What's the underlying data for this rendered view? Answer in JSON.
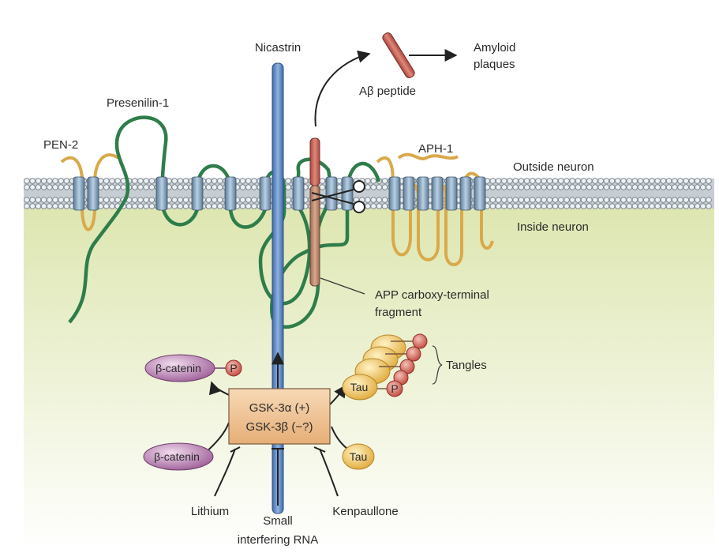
{
  "labels": {
    "nicastrin": "Nicastrin",
    "presenilin": "Presenilin-1",
    "pen2": "PEN-2",
    "aph1": "APH-1",
    "abeta": "Aβ peptide",
    "amyloid_line1": "Amyloid",
    "amyloid_line2": "plaques",
    "outside": "Outside neuron",
    "inside": "Inside neuron",
    "app_line1": "APP carboxy-terminal",
    "app_line2": "fragment",
    "tangles": "Tangles",
    "bcat_p": "β-catenin",
    "bcat": "β-catenin",
    "p1": "P",
    "p2": "P",
    "tau_p": "Tau",
    "tau": "Tau",
    "gsk_line1": "GSK-3α (+)",
    "gsk_line2": "GSK-3β (−?)",
    "lithium": "Lithium",
    "sirna_line1": "Small",
    "sirna_line2": "interfering RNA",
    "kenpaullone": "Kenpaullone"
  },
  "colors": {
    "presenilin": "#2e7d4a",
    "nicastrin": "#5b87c5",
    "app": "#c0594d",
    "aph_pen": "#d9a94a",
    "membrane": "#9aa6ad",
    "inside_bg": "#e3e8bd",
    "catenin": "#b07ba8",
    "tau": "#efc757",
    "phospho": "#d46a60",
    "gsk": "#f1c79c"
  }
}
